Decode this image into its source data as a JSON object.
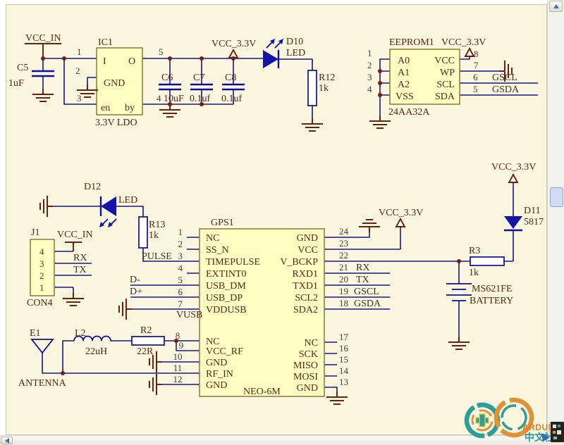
{
  "nets": {
    "vcc_in": "VCC_IN",
    "vcc33": "VCC_3.3V",
    "rx": "RX",
    "tx": "TX",
    "gscl": "GSCL",
    "gsda": "GSDA",
    "pulse": "PULSE",
    "vusb": "VUSB",
    "dminus": "D-",
    "dplus": "D+"
  },
  "ldo": {
    "ref": "IC1",
    "subtitle": "3.3V LDO",
    "pin_in": "I",
    "pin_out": "O",
    "pin_gnd": "GND",
    "pin_en": "en",
    "pin_by": "by",
    "n_in": "1",
    "n_gnd": "2",
    "n_en": "3",
    "n_by": "4",
    "n_out": "5"
  },
  "c5": {
    "ref": "C5",
    "value": "1uF"
  },
  "c6": {
    "ref": "C6",
    "value": "10uF"
  },
  "c7": {
    "ref": "C7",
    "value": "0.1uf"
  },
  "c8": {
    "ref": "C8",
    "value": "0.1uf"
  },
  "d10": {
    "ref": "D10",
    "value": "LED"
  },
  "r12": {
    "ref": "R12",
    "value": "1k"
  },
  "eeprom": {
    "ref": "EEPROM1",
    "part": "24AA32A",
    "left": [
      {
        "num": "1",
        "name": "A0"
      },
      {
        "num": "2",
        "name": "A1"
      },
      {
        "num": "3",
        "name": "A2"
      },
      {
        "num": "4",
        "name": "VSS"
      }
    ],
    "right": [
      {
        "num": "8",
        "name": "VCC"
      },
      {
        "num": "7",
        "name": "WP"
      },
      {
        "num": "6",
        "name": "SCL"
      },
      {
        "num": "5",
        "name": "SDA"
      }
    ]
  },
  "d12": {
    "ref": "D12",
    "value": "LED"
  },
  "r13": {
    "ref": "R13",
    "value": "1k"
  },
  "j1": {
    "ref": "J1",
    "part": "CON4",
    "pins": [
      "4",
      "3",
      "2",
      "1"
    ]
  },
  "gps": {
    "ref": "GPS1",
    "part": "NEO-6M",
    "left_top": [
      {
        "num": "1",
        "name": "NC"
      },
      {
        "num": "2",
        "name": "SS_N"
      },
      {
        "num": "3",
        "name": "TIMEPULSE"
      },
      {
        "num": "4",
        "name": "EXTINT0"
      },
      {
        "num": "5",
        "name": "USB_DM"
      },
      {
        "num": "6",
        "name": "USB_DP"
      },
      {
        "num": "7",
        "name": "VDDUSB"
      }
    ],
    "left_bottom": [
      {
        "num": "8",
        "name": "NC"
      },
      {
        "num": "9",
        "name": "VCC_RF"
      },
      {
        "num": "10",
        "name": "GND"
      },
      {
        "num": "11",
        "name": "RF_IN"
      },
      {
        "num": "12",
        "name": "GND"
      }
    ],
    "right_top": [
      {
        "num": "24",
        "name": "GND"
      },
      {
        "num": "23",
        "name": "VCC"
      },
      {
        "num": "22",
        "name": "V_BCKP"
      },
      {
        "num": "21",
        "name": "RXD1"
      },
      {
        "num": "20",
        "name": "TXD1"
      },
      {
        "num": "19",
        "name": "SCL2"
      },
      {
        "num": "18",
        "name": "SDA2"
      }
    ],
    "right_bottom": [
      {
        "num": "17",
        "name": "NC"
      },
      {
        "num": "16",
        "name": "SCK"
      },
      {
        "num": "15",
        "name": "MISO"
      },
      {
        "num": "14",
        "name": "MOSI"
      },
      {
        "num": "13",
        "name": "GND"
      }
    ]
  },
  "antenna": {
    "ref": "E1",
    "label": "ANTENNA"
  },
  "l2": {
    "ref": "L2",
    "value": "22uH"
  },
  "r2": {
    "ref": "R2",
    "value": "22R"
  },
  "r3": {
    "ref": "R3",
    "value": "1k"
  },
  "d11": {
    "ref": "D11",
    "value": "5817"
  },
  "battery": {
    "part": "MS621FE",
    "label": "BATTERY"
  },
  "logo": {
    "title": "ARDUINO",
    "subtitle": "中文社区"
  },
  "colors": {
    "wire": "#16168F",
    "symbol_dark_red": "#6B2014",
    "label_text": "#5E2415",
    "block_fill": "#FFFFC4",
    "canvas_background": "#FBF6DE",
    "logo_teal": "#2B9E95",
    "logo_orange": "#D8812E"
  }
}
